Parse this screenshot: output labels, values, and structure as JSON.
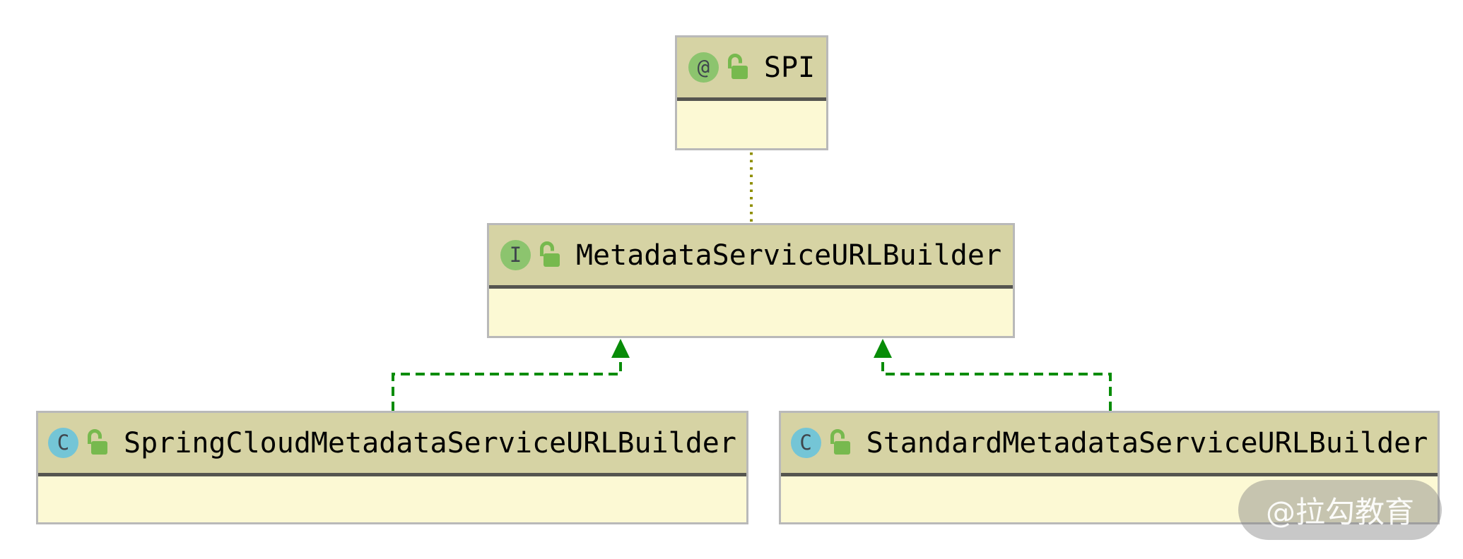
{
  "diagram": {
    "type": "uml-class-diagram",
    "nodes": [
      {
        "name": "SPI",
        "stereotype": "annotation",
        "badge": "@",
        "visibility": "public"
      },
      {
        "name": "MetadataServiceURLBuilder",
        "stereotype": "interface",
        "badge": "I",
        "visibility": "public"
      },
      {
        "name": "SpringCloudMetadataServiceURLBuilder",
        "stereotype": "class",
        "badge": "C",
        "visibility": "public"
      },
      {
        "name": "StandardMetadataServiceURLBuilder",
        "stereotype": "class",
        "badge": "C",
        "visibility": "public"
      }
    ],
    "edges": [
      {
        "from": "MetadataServiceURLBuilder",
        "to": "SPI",
        "type": "annotated-by",
        "style": "dotted",
        "arrow": "none"
      },
      {
        "from": "SpringCloudMetadataServiceURLBuilder",
        "to": "MetadataServiceURLBuilder",
        "type": "implements",
        "style": "dashed",
        "arrow": "hollow-triangle-up"
      },
      {
        "from": "StandardMetadataServiceURLBuilder",
        "to": "MetadataServiceURLBuilder",
        "type": "implements",
        "style": "dashed",
        "arrow": "hollow-triangle-up"
      }
    ],
    "colors": {
      "node_header": "#d6d3a4",
      "node_body": "#fcf9d4",
      "node_border": "#b9b9b9",
      "header_separator": "#55554f",
      "implements_edge": "#088c08",
      "annotation_edge": "#8f8f00",
      "annotation_badge": "#8cc46e",
      "interface_badge": "#8cc46e",
      "class_badge": "#74c5d6",
      "lock_icon": "#77b94e"
    },
    "watermark": "@拉勾教育"
  }
}
